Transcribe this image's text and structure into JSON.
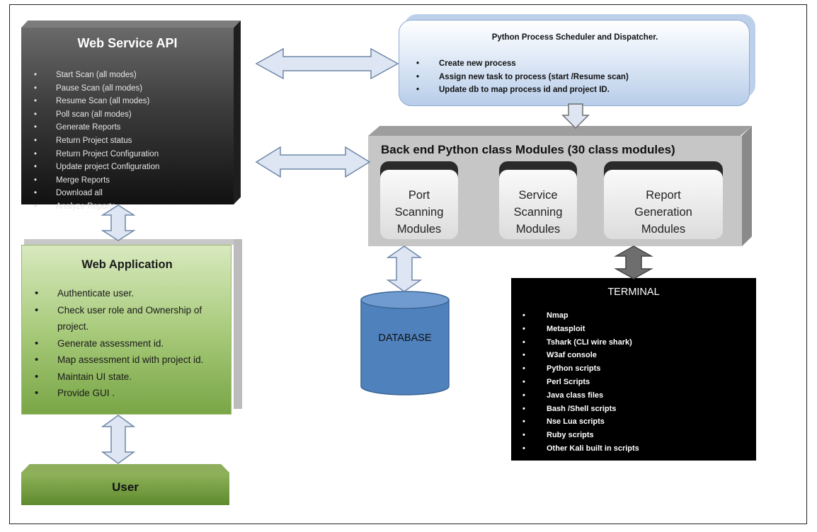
{
  "web_service_api": {
    "title": "Web Service API",
    "items": [
      "Start Scan (all modes)",
      "Pause Scan (all modes)",
      "Resume Scan (all modes)",
      "Poll scan (all modes)",
      "Generate Reports",
      "Return Project status",
      "Return Project Configuration",
      "Update project Configuration",
      "Merge Reports",
      "Download all",
      "Analyze Reports"
    ]
  },
  "web_application": {
    "title": "Web Application",
    "items": [
      "Authenticate user.",
      "Check user role and Ownership of project.",
      "Generate assessment id.",
      "Map assessment  id with project id.",
      "Maintain UI state.",
      "Provide GUI ."
    ]
  },
  "user": {
    "label": "User"
  },
  "scheduler": {
    "title": "Python Process Scheduler and Dispatcher.",
    "items": [
      "Create new process",
      "Assign new task to process (start /Resume scan)",
      "Update db to map process id and project ID."
    ]
  },
  "backend": {
    "title": "Back end Python class Modules (30 class modules)",
    "modules": [
      {
        "label": "Port\nScanning\nModules"
      },
      {
        "label": "Service\nScanning\nModules"
      },
      {
        "label": "Report\nGeneration\nModules"
      }
    ]
  },
  "database": {
    "label": "DATABASE"
  },
  "terminal": {
    "title": "TERMINAL",
    "items": [
      "Nmap",
      "Metasploit",
      "Tshark (CLI wire shark)",
      "W3af console",
      "Python scripts",
      "Perl Scripts",
      "Java class files",
      "Bash /Shell scripts",
      "Nse Lua scripts",
      "Ruby scripts",
      "Other Kali built in scripts"
    ]
  },
  "colors": {
    "api_dark": "#3c3c3c",
    "webapp_green": "#a9cb7c",
    "user_green": "#6f9a3a",
    "scheduler_blue": "#b8cde9",
    "backend_gray": "#c6c6c6",
    "database_blue": "#4f81bd",
    "terminal_black": "#000000",
    "arrow_light": "#dde6f2",
    "arrow_dark": "#6e6e6e"
  }
}
